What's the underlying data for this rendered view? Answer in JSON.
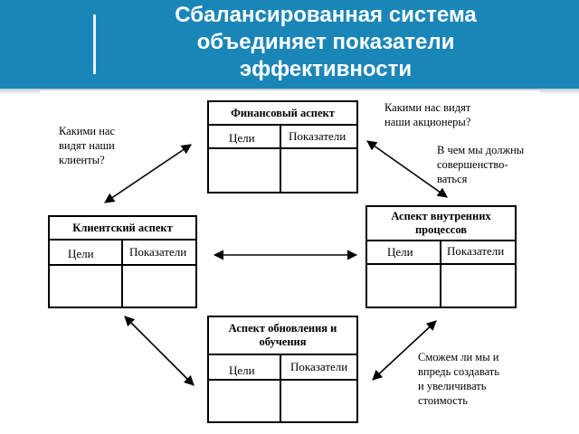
{
  "header": {
    "title_lines": [
      "Сбалансированная система",
      "объединяет показатели",
      "эффективности"
    ],
    "background_color": "#1a86b8"
  },
  "boxes": {
    "financial": {
      "title": "Финансовый аспект",
      "goals": "Цели",
      "indicators": "Показатели"
    },
    "client": {
      "title": "Клиентский аспект",
      "goals": "Цели",
      "indicators": "Показатели"
    },
    "internal": {
      "title_lines": [
        "Аспект внутренних",
        "процессов"
      ],
      "goals": "Цели",
      "indicators": "Показатели"
    },
    "learning": {
      "title_lines": [
        "Аспект обновления и",
        "обучения"
      ],
      "goals": "Цели",
      "indicators": "Показатели"
    }
  },
  "notes": {
    "clients": [
      "Какими нас",
      "видят наши",
      "клиенты?"
    ],
    "shareholders": [
      "Какими нас видят",
      "наши акционеры?"
    ],
    "excel": [
      "В чем мы должны",
      "совершенство-",
      "ваться"
    ],
    "growth": [
      "Сможем ли мы и",
      "впредь создавать",
      "и увеличивать",
      "стоимость"
    ]
  }
}
